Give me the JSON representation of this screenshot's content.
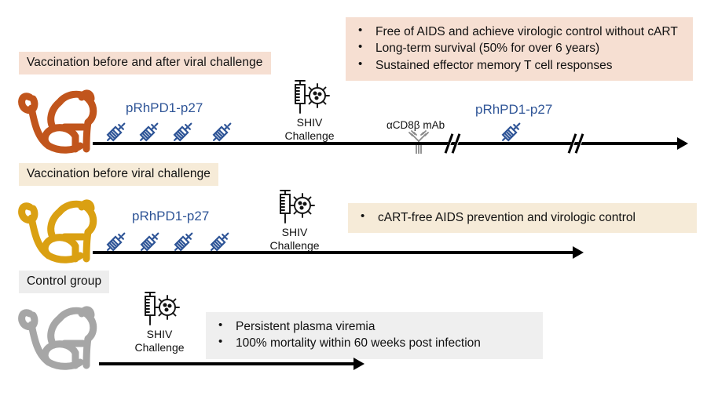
{
  "figure": {
    "title": "SHIV vaccination and challenge study design",
    "colors": {
      "vaccine_blue": "#2F5597",
      "monkey_row1": "#C1551C",
      "monkey_row2": "#DAA012",
      "monkey_row3": "#A6A6A6",
      "chip_pink": "#F6DFD2",
      "chip_cream": "#F6EBD8",
      "chip_gray": "#EDEDED",
      "timeline": "#000000"
    }
  },
  "rows": [
    {
      "id": "row-1",
      "group_label": "Vaccination before and after viral challenge",
      "monkey_icon": "monkey-icon",
      "vaccine_label": "pRhPD1-p27",
      "vaccine_label_post": "pRhPD1-p27",
      "prime_doses": 4,
      "boost_doses": 1,
      "challenge_label_line1": "SHIV",
      "challenge_label_line2": "Challenge",
      "challenge_icon": "syringe-virus-icon",
      "mab_label": "αCD8β mAb",
      "mab_icon": "antibody-icon",
      "timeline_breaks": 2,
      "outcomes": [
        "Free of AIDS and achieve virologic control without cART",
        "Long-term survival (50% for over 6 years)",
        "Sustained effector memory T cell responses"
      ]
    },
    {
      "id": "row-2",
      "group_label": "Vaccination before viral challenge",
      "monkey_icon": "monkey-icon",
      "vaccine_label": "pRhPD1-p27",
      "prime_doses": 4,
      "challenge_label_line1": "SHIV",
      "challenge_label_line2": "Challenge",
      "challenge_icon": "syringe-virus-icon",
      "timeline_breaks": 0,
      "outcomes": [
        "cART-free AIDS prevention and virologic control"
      ]
    },
    {
      "id": "row-3",
      "group_label": "Control group",
      "monkey_icon": "monkey-icon",
      "prime_doses": 0,
      "challenge_label_line1": "SHIV",
      "challenge_label_line2": "Challenge",
      "challenge_icon": "syringe-virus-icon",
      "timeline_breaks": 0,
      "outcomes": [
        "Persistent plasma viremia",
        "100% mortality within 60 weeks post infection"
      ]
    }
  ]
}
